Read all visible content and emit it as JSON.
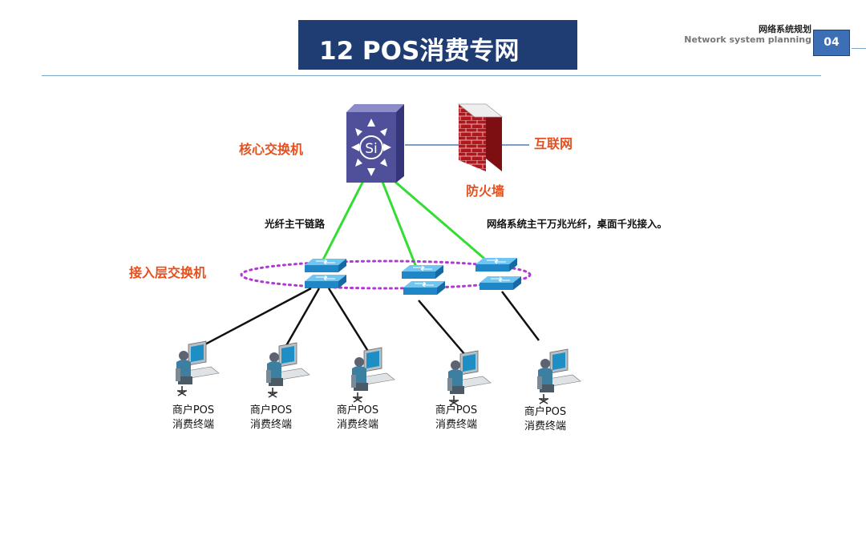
{
  "title": "12 POS消费专网",
  "header": {
    "cn": "网络系统规划",
    "en": "Network system planning",
    "page": "04"
  },
  "labels": {
    "core_switch": "核心交换机",
    "internet": "互联网",
    "firewall": "防火墙",
    "fiber_backbone": "光纤主干链路",
    "network_desc": "网络系统主干万兆光纤，桌面千兆接入。",
    "access_switch": "接入层交换机"
  },
  "core_icon_text": "Si",
  "terminals": [
    {
      "line1": "商户POS",
      "line2": "消费终端"
    },
    {
      "line1": "商户POS",
      "line2": "消费终端"
    },
    {
      "line1": "商户POS",
      "line2": "消费终端"
    },
    {
      "line1": "商户POS",
      "line2": "消费终端"
    },
    {
      "line1": "商户POS",
      "line2": "消费终端"
    }
  ],
  "colors": {
    "title_bg": "#1f3c73",
    "label_red": "#e5501f",
    "fiber_green": "#33dd33",
    "ring_purple": "#b03ad0",
    "switch_blue": "#2a9ad8",
    "core_purple": "#4f4f9a"
  }
}
